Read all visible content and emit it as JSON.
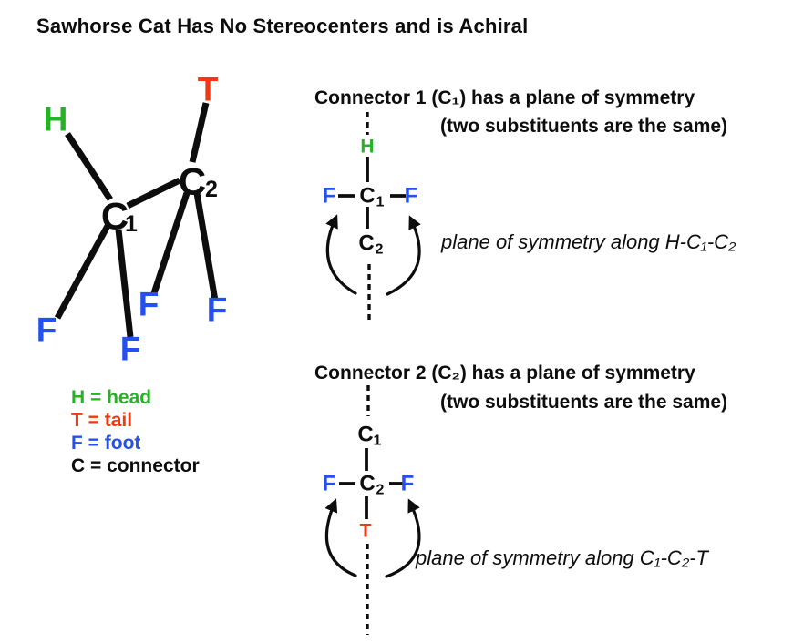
{
  "title": "Sawhorse Cat Has No Stereocenters and is Achiral",
  "colors": {
    "head_green": "#26b226",
    "tail_red": "#f1380f",
    "foot_blue": "#2450f0",
    "bond_black": "#0d0d0d"
  },
  "sawhorse": {
    "head": "H",
    "tail": "T",
    "connector1": "C",
    "connector1_sub": "1",
    "connector2": "C",
    "connector2_sub": "2",
    "foot_bottom_left": "F",
    "foot_bottom_mid": "F",
    "foot_mid": "F",
    "foot_right": "F"
  },
  "legend": {
    "items": [
      {
        "text": "H = head",
        "color": "#26b226"
      },
      {
        "text": "T = tail",
        "color": "#f1380f"
      },
      {
        "text": "F = foot",
        "color": "#2450f0"
      },
      {
        "text": "C = connector",
        "color": "#0d0d0d"
      }
    ]
  },
  "panel_c1": {
    "heading_line1": "Connector 1 (C₁) has a plane of symmetry",
    "heading_line2": "(two substituents are the same)",
    "caption": "plane of symmetry along H-C₁-C₂",
    "atoms": {
      "top": "H",
      "left": "F",
      "center": "C",
      "center_sub": "1",
      "right": "F",
      "below": "C",
      "below_sub": "2"
    }
  },
  "panel_c2": {
    "heading_line1": "Connector 2 (C₂) has a plane of symmetry",
    "heading_line2": "(two substituents are the same)",
    "caption": "plane of symmetry along C₁-C₂-T",
    "atoms": {
      "top": "C",
      "top_sub": "1",
      "left": "F",
      "center": "C",
      "center_sub": "2",
      "right": "F",
      "below": "T"
    }
  }
}
